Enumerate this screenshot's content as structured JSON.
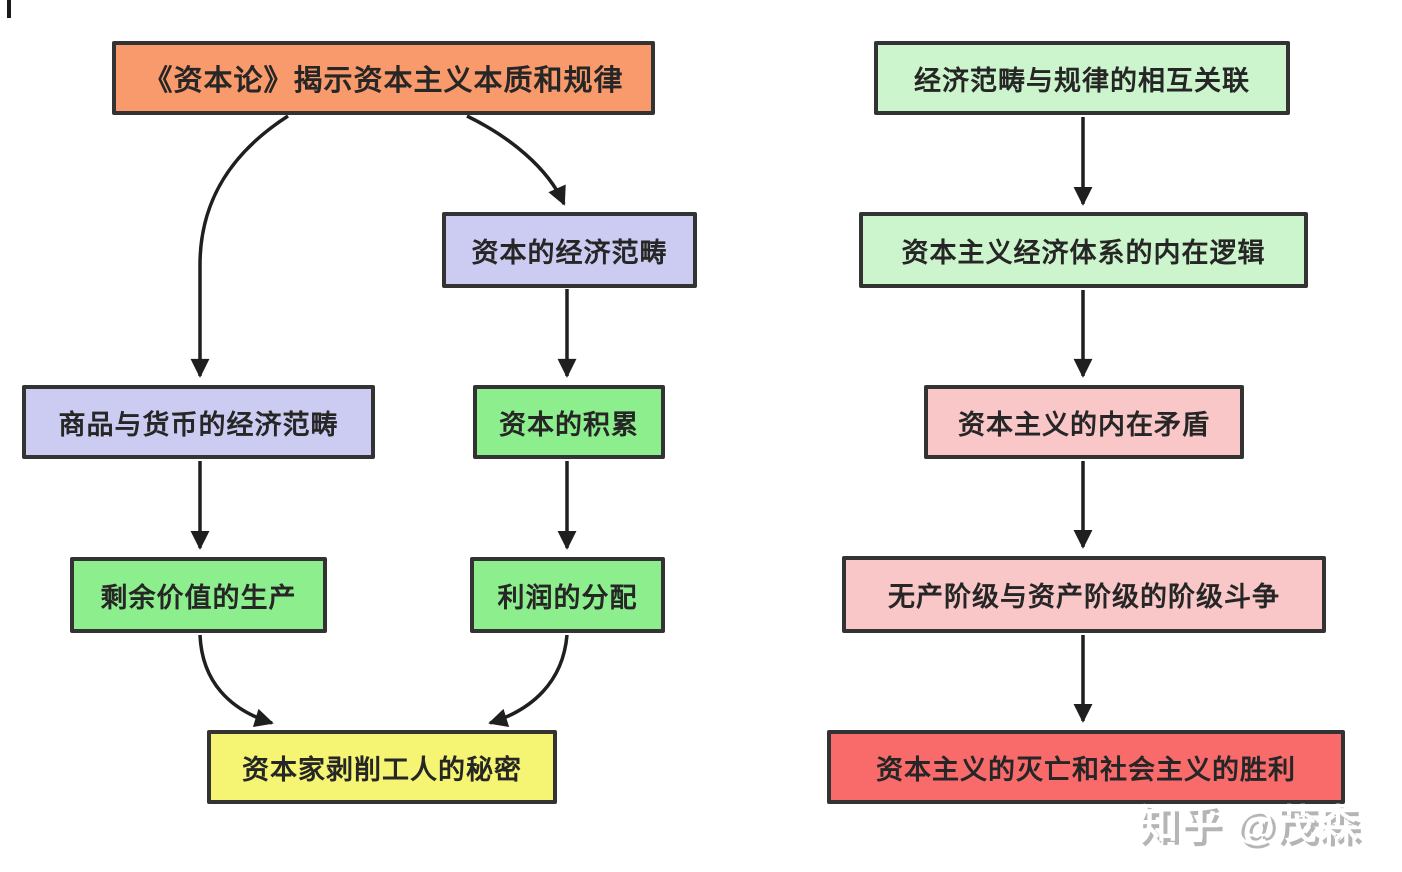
{
  "canvas": {
    "background": "#ffffff",
    "border_color": "#333333",
    "arrow_color": "#1f1f1f",
    "text_color": "#262626"
  },
  "left_flow": {
    "nodes": {
      "kapital": {
        "label": "《资本论》揭示资本主义本质和规律",
        "fill": "#F89A6B"
      },
      "capital_category": {
        "label": "资本的经济范畴",
        "fill": "#CCCCF2"
      },
      "commodity_money_category": {
        "label": "商品与货币的经济范畴",
        "fill": "#CCCCF2"
      },
      "capital_accumulation": {
        "label": "资本的积累",
        "fill": "#8DEE8D"
      },
      "surplus_value_production": {
        "label": "剩余价值的生产",
        "fill": "#8DEE8D"
      },
      "profit_distribution": {
        "label": "利润的分配",
        "fill": "#8DEE8D"
      },
      "exploitation_secret": {
        "label": "资本家剥削工人的秘密",
        "fill": "#F5F573"
      }
    }
  },
  "right_flow": {
    "nodes": {
      "category_law_link": {
        "label": "经济范畴与规律的相互关联",
        "fill": "#CDF5CD"
      },
      "internal_logic": {
        "label": "资本主义经济体系的内在逻辑",
        "fill": "#CDF5CD"
      },
      "internal_contradiction": {
        "label": "资本主义的内在矛盾",
        "fill": "#F9C7C7"
      },
      "class_struggle": {
        "label": "无产阶级与资产阶级的阶级斗争",
        "fill": "#F9C7C7"
      },
      "socialism_victory": {
        "label": "资本主义的灭亡和社会主义的胜利",
        "fill": "#F96B6B"
      }
    }
  },
  "watermark": {
    "text": "知乎 @茂森"
  }
}
